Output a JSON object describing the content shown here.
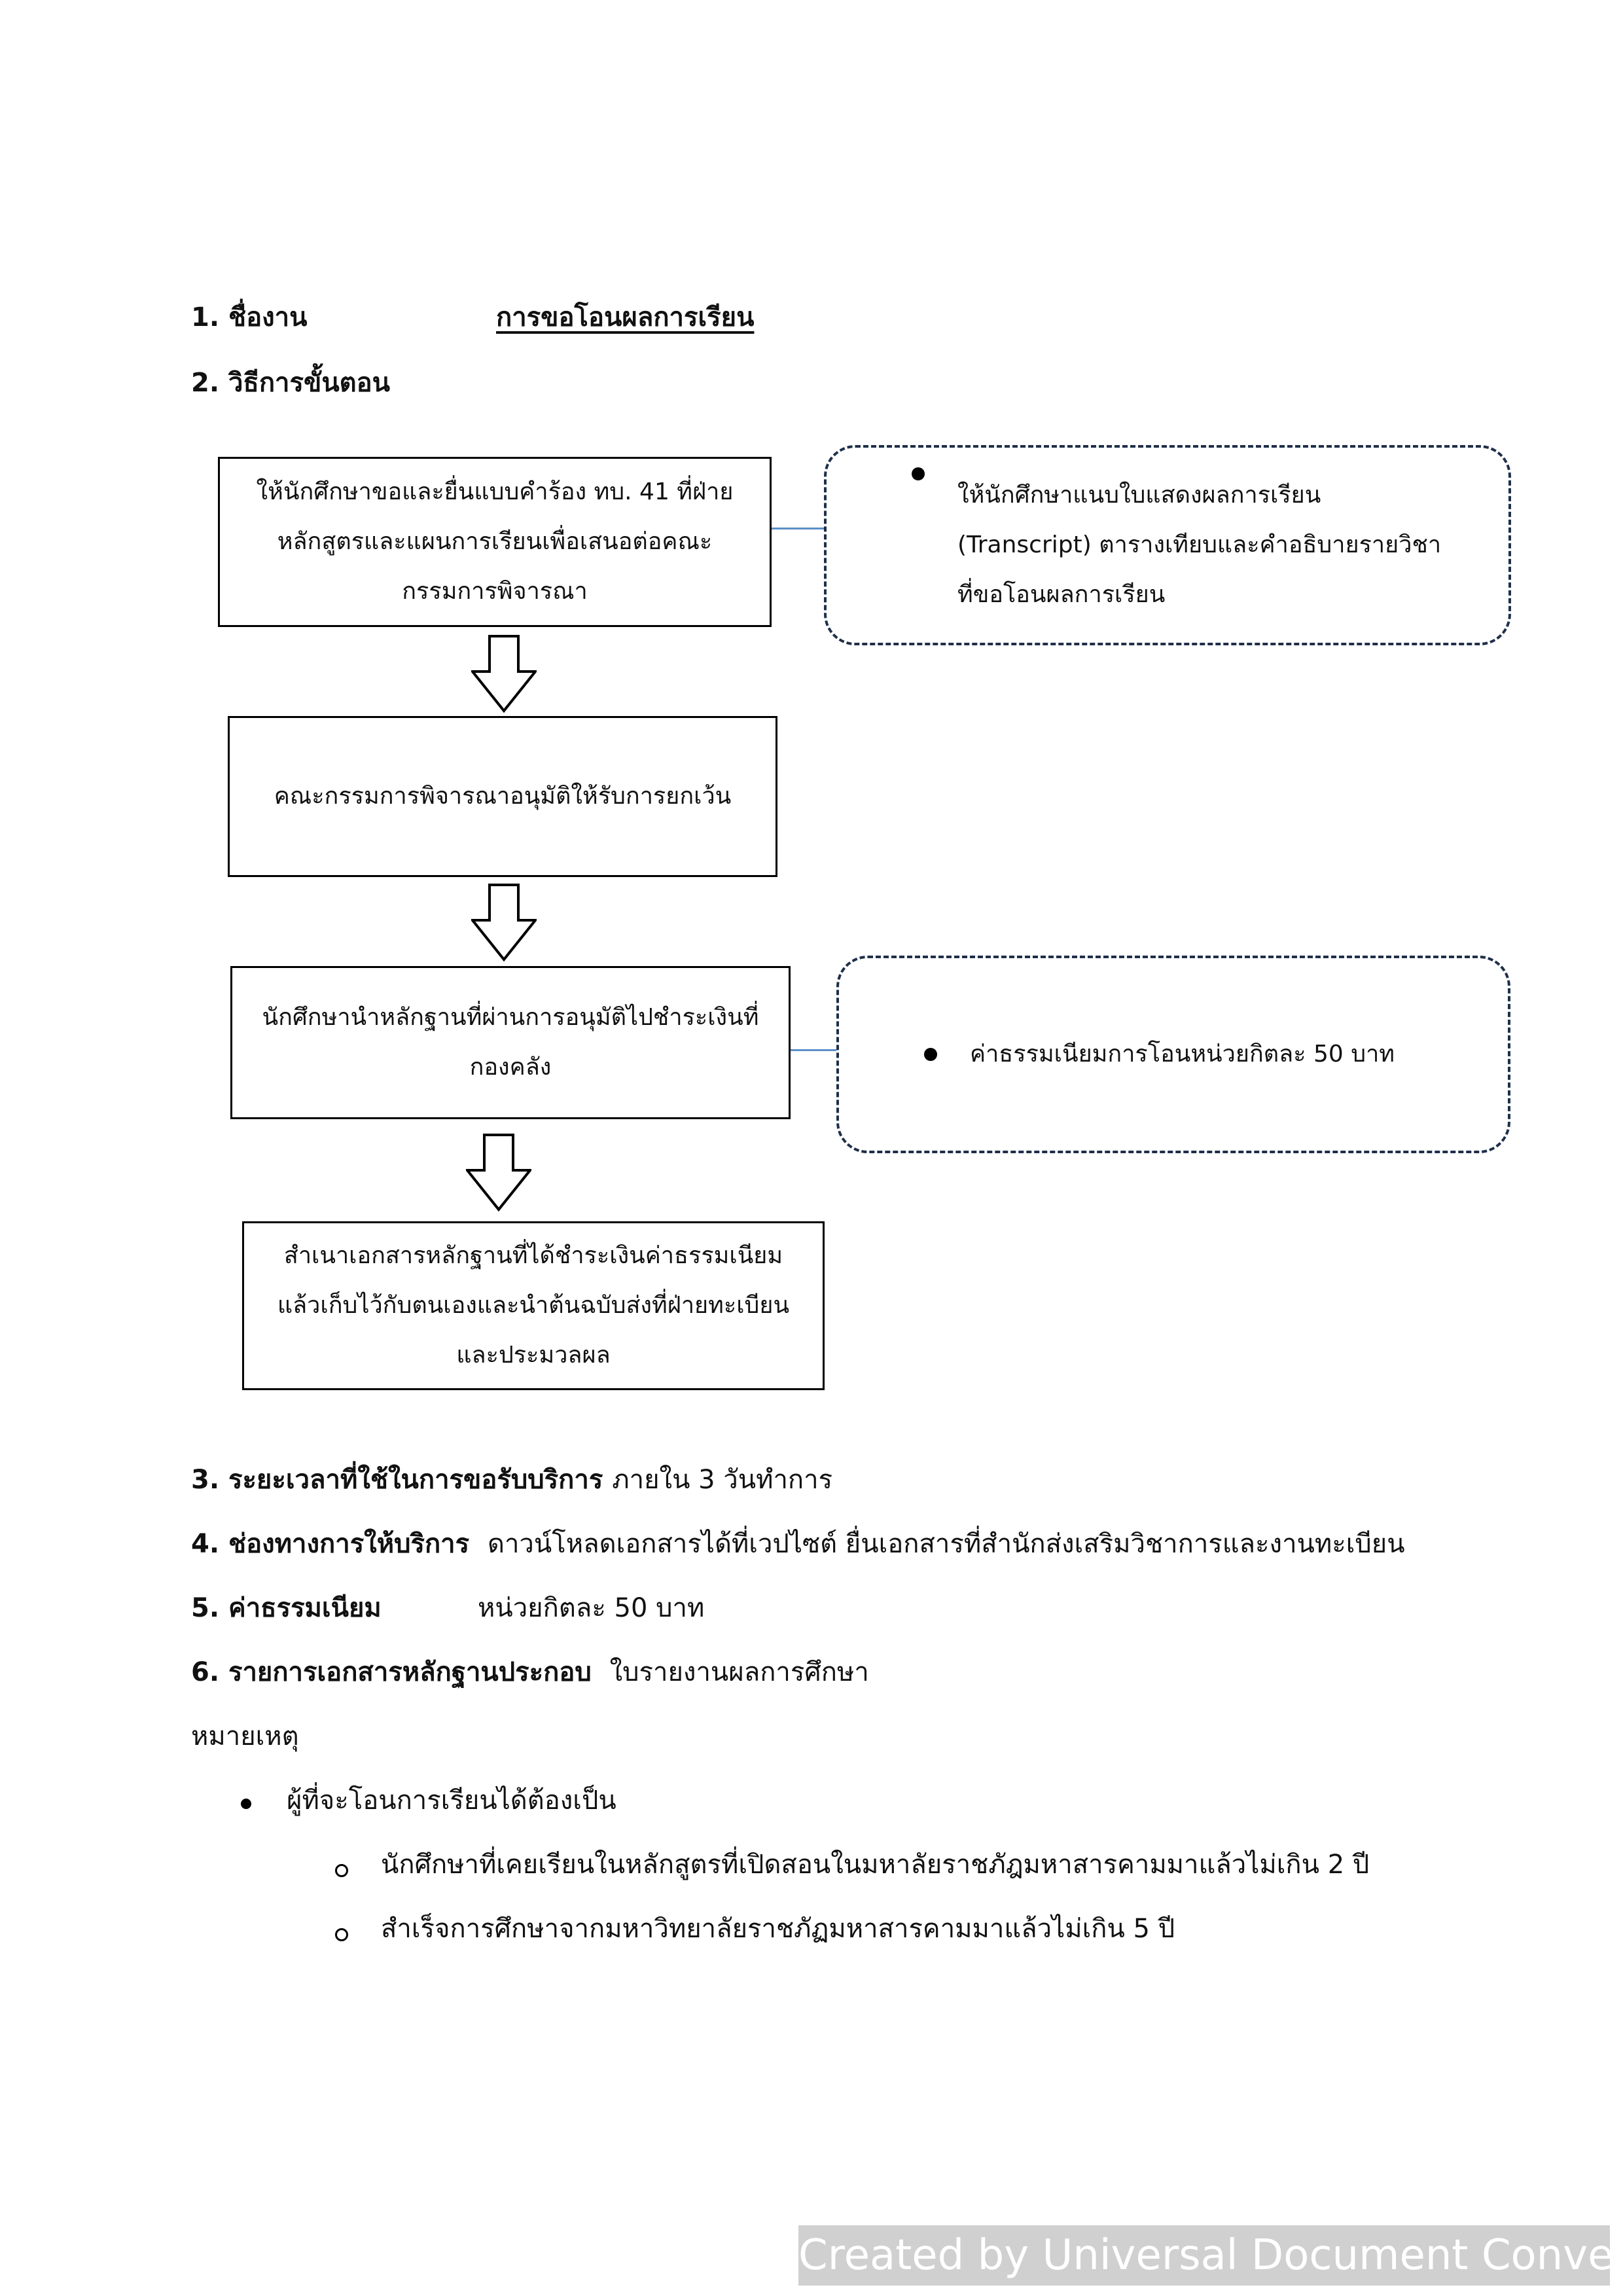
{
  "section1": {
    "label": "1. ชื่องาน",
    "title": "การขอโอนผลการเรียน"
  },
  "section2": {
    "label": "2. วิธีการขั้นตอน"
  },
  "flow": {
    "step1": "ให้นักศึกษาขอและยื่นแบบคำร้อง ทบ. 41 ที่ฝ่ายหลักสูตรและแผนการเรียนเพื่อเสนอต่อคณะกรรมการพิจารณา",
    "note1": "ให้นักศึกษาแนบใบแสดงผลการเรียน (Transcript) ตารางเทียบและคำอธิบายรายวิชาที่ขอโอนผลการเรียน",
    "step2": "คณะกรรมการพิจารณาอนุมัติให้รับการยกเว้น",
    "step3": "นักศึกษานำหลักฐานที่ผ่านการอนุมัติไปชำระเงินที่กองคลัง",
    "note2": "ค่าธรรมเนียมการโอนหน่วยกิตละ 50 บาท",
    "step4": "สำเนาเอกสารหลักฐานที่ได้ชำระเงินค่าธรรมเนียมแล้วเก็บไว้กับตนเองและนำต้นฉบับส่งที่ฝ่ายทะเบียนและประมวลผล"
  },
  "section3": {
    "label": "3. ระยะเวลาที่ใช้ในการขอรับบริการ",
    "value": "ภายใน 3 วันทำการ"
  },
  "section4": {
    "label": "4. ช่องทางการให้บริการ",
    "value": "ดาวน์โหลดเอกสารได้ที่เวปไซต์ ยื่นเอกสารที่สำนักส่งเสริมวิชาการและงานทะเบียน"
  },
  "section5": {
    "label": "5. ค่าธรรมเนียม",
    "value": "หน่วยกิตละ 50 บาท"
  },
  "section6": {
    "label": "6. รายการเอกสารหลักฐานประกอบ",
    "value": "ใบรายงานผลการศึกษา"
  },
  "remarks": {
    "label": "หมายเหตุ",
    "bullet": "ผู้ที่จะโอนการเรียนได้ต้องเป็น",
    "sub": [
      "นักศึกษาที่เคยเรียนในหลักสูตรที่เปิดสอนในมหาลัยราชภัฎมหาสารคามมาแล้วไม่เกิน 2  ปี",
      "สำเร็จการศึกษาจากมหาวิทยาลัยราชภัฏมหาสารคามมาแล้วไม่เกิน 5  ปี"
    ]
  },
  "watermark": "Created by Universal Document Converter"
}
